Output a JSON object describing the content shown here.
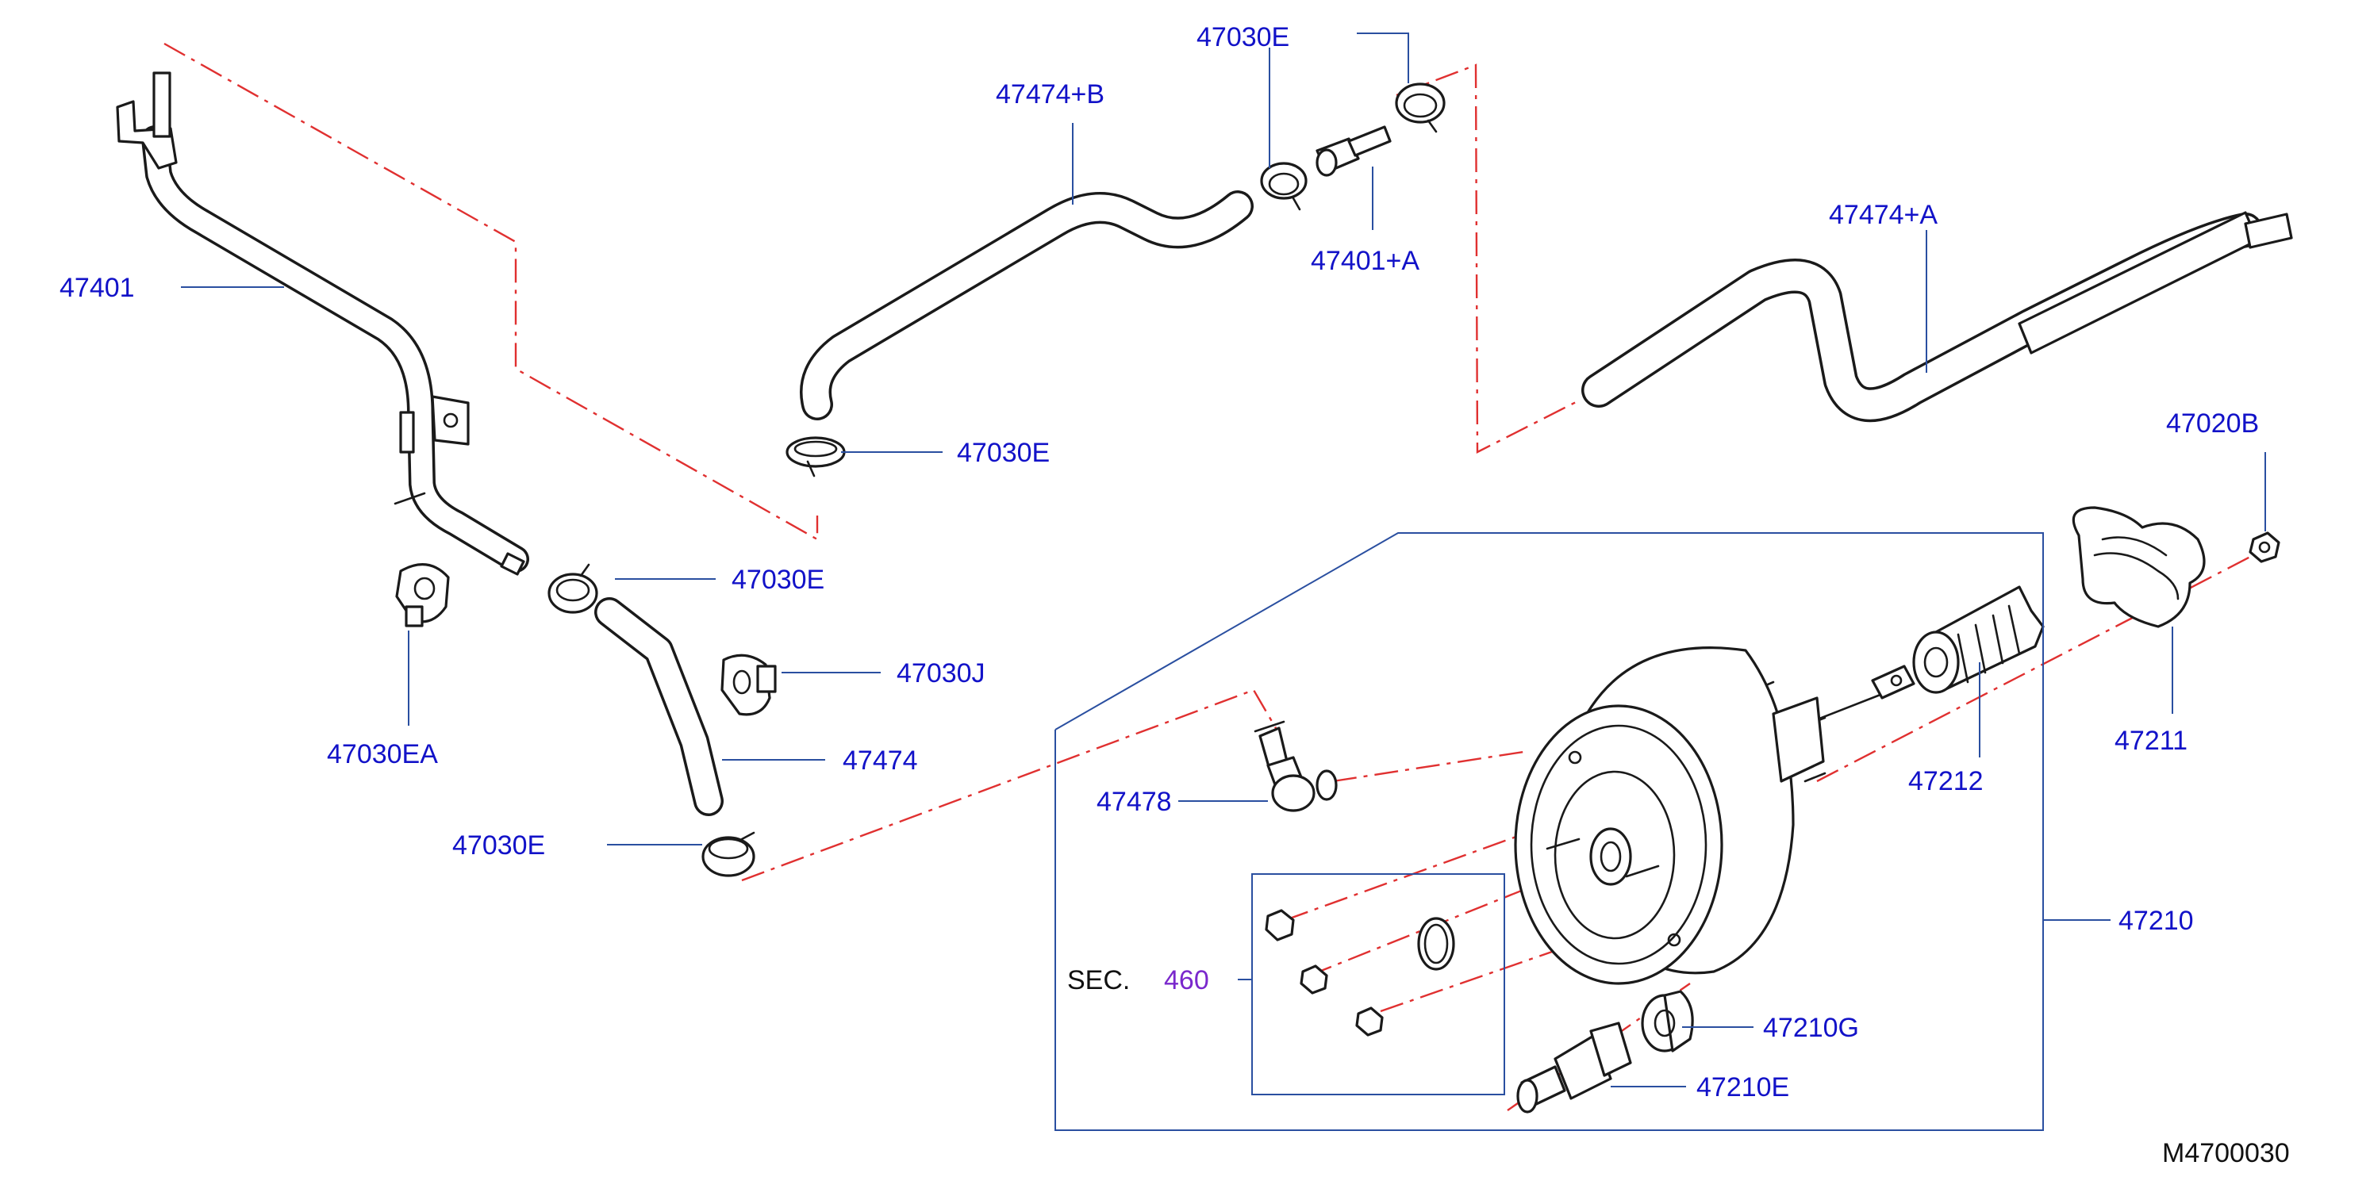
{
  "colors": {
    "label": "#1212c8",
    "section": "#7a28cc",
    "text": "#111111",
    "leader": "#2a4fa0",
    "centerline": "#e03030",
    "part_outline": "#1a1a1a"
  },
  "labels": {
    "p47401": "47401",
    "p47474b": "47474+B",
    "p47030e_top": "47030E",
    "p47401a": "47401+A",
    "p47474a": "47474+A",
    "p47030e_mid": "47030E",
    "p47030e_left": "47030E",
    "p47030j": "47030J",
    "p47474": "47474",
    "p47030ea": "47030EA",
    "p47030e_bottom": "47030E",
    "p47020b": "47020B",
    "p47211": "47211",
    "p47212": "47212",
    "p47478": "47478",
    "p47210": "47210",
    "p47210g": "47210G",
    "p47210e": "47210E"
  },
  "section": {
    "prefix": "SEC.",
    "number": "460"
  },
  "diagram_code": "M4700030"
}
